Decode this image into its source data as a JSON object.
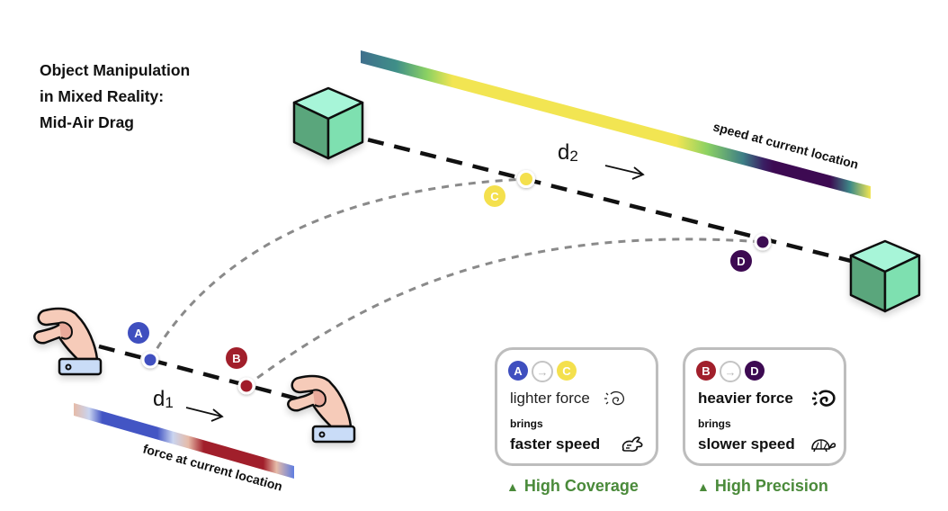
{
  "title": {
    "lines": [
      "Object Manipulation",
      "in Mixed Reality:",
      "Mid-Air Drag"
    ]
  },
  "colors": {
    "point_a": "#3f4fbf",
    "point_b": "#a11f2b",
    "point_c": "#f4e04d",
    "point_d": "#3d0a52",
    "cube_top": "#a7f5d8",
    "cube_left": "#5aa67c",
    "cube_right": "#7ee0b0",
    "skin": "#f6cbb9",
    "cuff": "#c9dcf7",
    "outcome_green": "#4a8a3a"
  },
  "diagram": {
    "hand_distance_label": "d",
    "hand_distance_sub": "1",
    "object_distance_label": "d",
    "object_distance_sub": "2",
    "force_bar_label": "force at current location",
    "speed_bar_label": "speed at current location",
    "points": [
      {
        "id": "A",
        "label": "A"
      },
      {
        "id": "B",
        "label": "B"
      },
      {
        "id": "C",
        "label": "C"
      },
      {
        "id": "D",
        "label": "D"
      }
    ]
  },
  "cards": [
    {
      "from": "A",
      "to": "C",
      "force_text": "lighter force",
      "force_icon": "light-pinch-icon",
      "connector": "brings",
      "speed_text": "faster speed",
      "speed_icon": "rabbit-icon",
      "outcome_symbol": "▲",
      "outcome": "High Coverage"
    },
    {
      "from": "B",
      "to": "D",
      "force_text": "heavier force",
      "force_icon": "heavy-pinch-icon",
      "connector": "brings",
      "speed_text": "slower speed",
      "speed_icon": "turtle-icon",
      "outcome_symbol": "▲",
      "outcome": "High Precision"
    }
  ],
  "arrow_glyph": "→"
}
